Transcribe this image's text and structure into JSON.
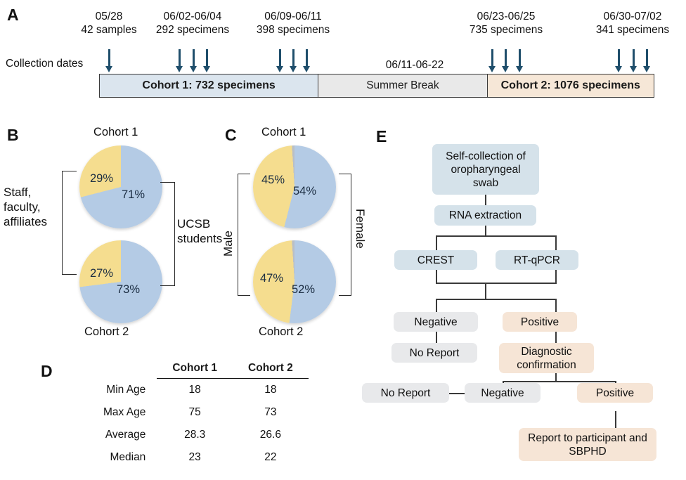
{
  "figure": {
    "panels": [
      "A",
      "B",
      "C",
      "D",
      "E"
    ]
  },
  "panelA": {
    "letter": "A",
    "collection_label": "Collection dates",
    "summer_break_dates": "06/11-06-22",
    "date_groups": [
      {
        "date": "05/28",
        "count": "42 samples",
        "arrows": 1
      },
      {
        "date": "06/02-06/04",
        "count": "292 specimens",
        "arrows": 3
      },
      {
        "date": "06/09-06/11",
        "count": "398 specimens",
        "arrows": 3
      },
      {
        "date": "06/23-06/25",
        "count": "735 specimens",
        "arrows": 3
      },
      {
        "date": "06/30-07/02",
        "count": "341 specimens",
        "arrows": 3
      }
    ],
    "timeline": [
      {
        "label": "Cohort 1: 732 specimens",
        "color": "#dbe5ee"
      },
      {
        "label": "Summer Break",
        "color": "#e9e9e9"
      },
      {
        "label": "Cohort 2: 1076 specimens",
        "color": "#f6e7d7"
      }
    ]
  },
  "panelB": {
    "letter": "B",
    "left_label": "Staff,\nfaculty,\naffiliates",
    "left_label_lines": [
      "Staff,",
      "faculty,",
      "affiliates"
    ],
    "right_label_lines": [
      "UCSB",
      "students"
    ],
    "top_title": "Cohort 1",
    "bottom_title": "Cohort 2",
    "pies": [
      {
        "title": "Cohort 1",
        "yellow_pct": "29%",
        "blue_pct": "71%",
        "yellow_value": 29,
        "blue_value": 71
      },
      {
        "title": "Cohort 2",
        "yellow_pct": "27%",
        "blue_pct": "73%",
        "yellow_value": 27,
        "blue_value": 73
      }
    ]
  },
  "panelC": {
    "letter": "C",
    "left_label": "Male",
    "right_label": "Female",
    "top_title": "Cohort 1",
    "bottom_title": "Cohort 2",
    "pies": [
      {
        "title": "Cohort 1",
        "yellow_pct": "45%",
        "blue_pct": "54%",
        "yellow_value": 45,
        "blue_value": 54
      },
      {
        "title": "Cohort 2",
        "yellow_pct": "47%",
        "blue_pct": "52%",
        "yellow_value": 47,
        "blue_value": 52
      }
    ]
  },
  "panelD": {
    "letter": "D",
    "columns": [
      "",
      "Cohort 1",
      "Cohort 2"
    ],
    "rows": [
      {
        "label": "Min Age",
        "cohort1": "18",
        "cohort2": "18"
      },
      {
        "label": "Max Age",
        "cohort1": "75",
        "cohort2": "73"
      },
      {
        "label": "Average",
        "cohort1": "28.3",
        "cohort2": "26.6"
      },
      {
        "label": "Median",
        "cohort1": "23",
        "cohort2": "22"
      }
    ]
  },
  "panelE": {
    "letter": "E",
    "nodes": {
      "self_collection": "Self-collection of oropharyngeal swab",
      "rna_extraction": "RNA extraction",
      "crest": "CREST",
      "rtqpcr": "RT-qPCR",
      "negative1": "Negative",
      "positive1": "Positive",
      "no_report1": "No Report",
      "diagnostic_confirmation": "Diagnostic confirmation",
      "no_report2": "No Report",
      "negative2": "Negative",
      "positive2": "Positive",
      "report": "Report to participant and SBPHD"
    }
  },
  "colors": {
    "pie_blue": "#b4cbe5",
    "pie_yellow": "#f5dd8f",
    "timeline_cohort1": "#dbe5ee",
    "timeline_break": "#e9e9e9",
    "timeline_cohort2": "#f6e7d7",
    "arrow": "#1f4e6b",
    "node_blue": "#d5e2ea",
    "node_gray": "#e8e9eb",
    "node_peach": "#f6e5d6"
  },
  "chart_data": [
    {
      "type": "pie",
      "title": "Cohort 1 — affiliation",
      "panel": "B",
      "labels": [
        "UCSB students",
        "Staff, faculty, affiliates"
      ],
      "values": [
        71,
        29
      ],
      "colors": [
        "#b4cbe5",
        "#f5dd8f"
      ]
    },
    {
      "type": "pie",
      "title": "Cohort 2 — affiliation",
      "panel": "B",
      "labels": [
        "UCSB students",
        "Staff, faculty, affiliates"
      ],
      "values": [
        73,
        27
      ],
      "colors": [
        "#b4cbe5",
        "#f5dd8f"
      ]
    },
    {
      "type": "pie",
      "title": "Cohort 1 — sex",
      "panel": "C",
      "labels": [
        "Female",
        "Male"
      ],
      "values": [
        54,
        45
      ],
      "colors": [
        "#b4cbe5",
        "#f5dd8f"
      ]
    },
    {
      "type": "pie",
      "title": "Cohort 2 — sex",
      "panel": "C",
      "labels": [
        "Female",
        "Male"
      ],
      "values": [
        52,
        47
      ],
      "colors": [
        "#b4cbe5",
        "#f5dd8f"
      ]
    },
    {
      "type": "table",
      "title": "Participant ages",
      "panel": "D",
      "columns": [
        "",
        "Cohort 1",
        "Cohort 2"
      ],
      "rows": [
        [
          "Min Age",
          "18",
          "18"
        ],
        [
          "Max Age",
          "75",
          "73"
        ],
        [
          "Average",
          "28.3",
          "26.6"
        ],
        [
          "Median",
          "23",
          "22"
        ]
      ]
    }
  ]
}
